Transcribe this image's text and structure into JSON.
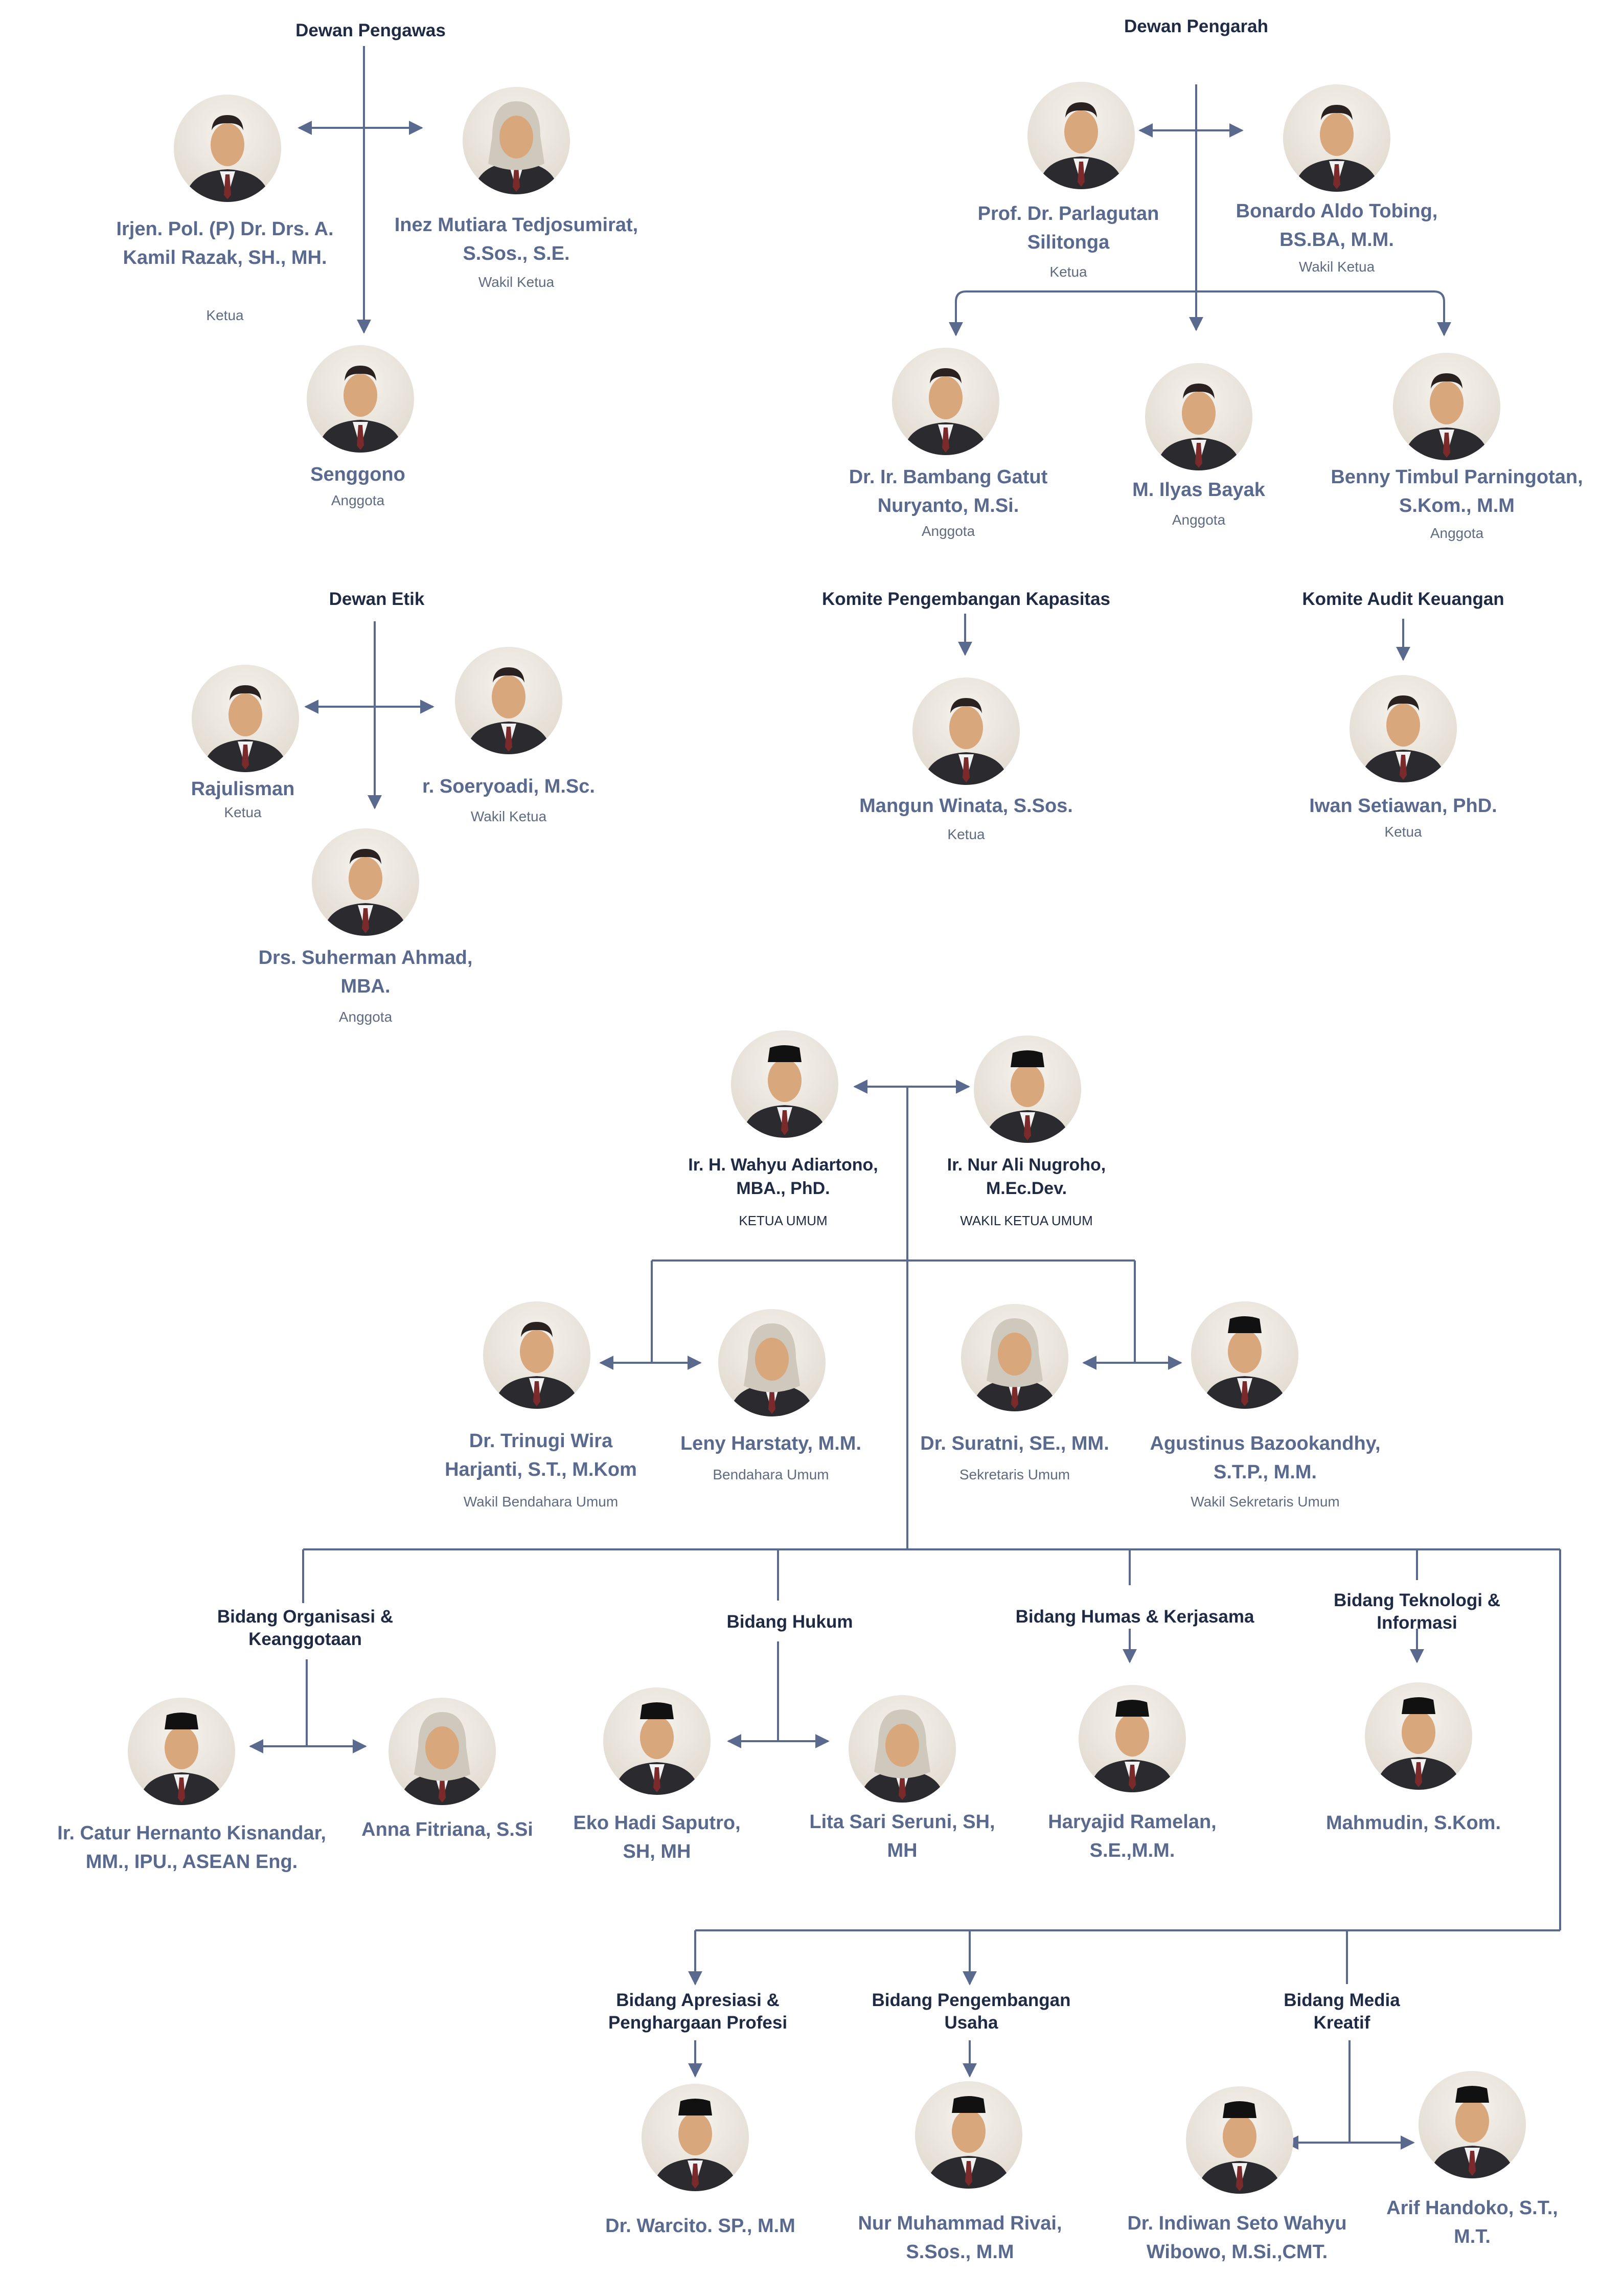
{
  "colors": {
    "line": "#5a6a8e",
    "name": "#5a6a8e",
    "heading": "#1f2a44",
    "role": "#5f6b80"
  },
  "groups": [
    {
      "heading": "Dewan Pengawas",
      "members": [
        {
          "name": "Irjen. Pol. (P) Dr. Drs. A. Kamil Razak, SH., MH.",
          "role": "Ketua",
          "icon": "person-portrait-icon"
        },
        {
          "name": "Inez Mutiara Tedjosumirat, S.Sos., S.E.",
          "role": "Wakil Ketua",
          "icon": "person-hijab-portrait-icon"
        },
        {
          "name": "Senggono",
          "role": "Anggota",
          "icon": "person-portrait-icon"
        }
      ]
    },
    {
      "heading": "Dewan Pengarah",
      "members": [
        {
          "name": "Prof. Dr. Parlagutan Silitonga",
          "role": "Ketua",
          "icon": "person-portrait-icon"
        },
        {
          "name": "Bonardo Aldo Tobing, BS.BA, M.M.",
          "role": "Wakil Ketua",
          "icon": "person-portrait-icon"
        },
        {
          "name": "Dr. Ir. Bambang Gatut Nuryanto, M.Si.",
          "role": "Anggota",
          "icon": "person-portrait-icon"
        },
        {
          "name": "M. Ilyas Bayak",
          "role": "Anggota",
          "icon": "person-portrait-icon"
        },
        {
          "name": "Benny Timbul Parningotan, S.Kom., M.M",
          "role": "Anggota",
          "icon": "person-portrait-icon"
        }
      ]
    },
    {
      "heading": "Dewan Etik",
      "members": [
        {
          "name": "Rajulisman",
          "role": "Ketua",
          "icon": "person-portrait-icon"
        },
        {
          "name": "r. Soeryoadi, M.Sc.",
          "role": "Wakil Ketua",
          "icon": "person-portrait-icon"
        },
        {
          "name": "Drs. Suherman Ahmad, MBA.",
          "role": "Anggota",
          "icon": "person-portrait-icon"
        }
      ]
    },
    {
      "heading": "Komite Pengembangan Kapasitas",
      "members": [
        {
          "name": "Mangun Winata, S.Sos.",
          "role": "Ketua",
          "icon": "person-portrait-icon"
        }
      ]
    },
    {
      "heading": "Komite Audit Keuangan",
      "members": [
        {
          "name": "Iwan Setiawan, PhD.",
          "role": "Ketua",
          "icon": "person-portrait-icon"
        }
      ]
    },
    {
      "heading": "",
      "members": [
        {
          "name": "Ir. H. Wahyu Adiartono, MBA., PhD.",
          "role": "KETUA UMUM",
          "icon": "person-peci-portrait-icon"
        },
        {
          "name": "Ir. Nur Ali Nugroho, M.Ec.Dev.",
          "role": "WAKIL KETUA UMUM",
          "icon": "person-peci-portrait-icon"
        },
        {
          "name": "Dr. Trinugi Wira Harjanti, S.T., M.Kom",
          "role": "Wakil Bendahara Umum",
          "icon": "person-portrait-icon"
        },
        {
          "name": "Leny Harstaty, M.M.",
          "role": "Bendahara Umum",
          "icon": "person-hijab-portrait-icon"
        },
        {
          "name": "Dr. Suratni, SE., MM.",
          "role": "Sekretaris Umum",
          "icon": "person-hijab-portrait-icon"
        },
        {
          "name": "Agustinus Bazookandhy, S.T.P., M.M.",
          "role": "Wakil Sekretaris Umum",
          "icon": "person-peci-portrait-icon"
        }
      ]
    },
    {
      "heading": "Bidang Organisasi & Keanggotaan",
      "members": [
        {
          "name": "Ir. Catur Hernanto Kisnandar, MM., IPU., ASEAN Eng.",
          "role": "",
          "icon": "person-peci-portrait-icon"
        },
        {
          "name": "Anna Fitriana, S.Si",
          "role": "",
          "icon": "person-hijab-portrait-icon"
        }
      ]
    },
    {
      "heading": "Bidang Hukum",
      "members": [
        {
          "name": "Eko Hadi Saputro, SH, MH",
          "role": "",
          "icon": "person-peci-portrait-icon"
        },
        {
          "name": "Lita Sari Seruni, SH, MH",
          "role": "",
          "icon": "person-hijab-portrait-icon"
        }
      ]
    },
    {
      "heading": "Bidang Humas & Kerjasama",
      "members": [
        {
          "name": "Haryajid Ramelan, S.E.,M.M.",
          "role": "",
          "icon": "person-peci-portrait-icon"
        }
      ]
    },
    {
      "heading": "Bidang Teknologi & Informasi",
      "members": [
        {
          "name": "Mahmudin, S.Kom.",
          "role": "",
          "icon": "person-peci-portrait-icon"
        }
      ]
    },
    {
      "heading": "Bidang Apresiasi & Penghargaan Profesi",
      "members": [
        {
          "name": "Dr. Warcito. SP., M.M",
          "role": "",
          "icon": "person-peci-portrait-icon"
        }
      ]
    },
    {
      "heading": "Bidang Pengembangan Usaha",
      "members": [
        {
          "name": "Nur Muhammad Rivai, S.Sos., M.M",
          "role": "",
          "icon": "person-peci-portrait-icon"
        }
      ]
    },
    {
      "heading": "Bidang Media Kreatif",
      "members": [
        {
          "name": "Dr. Indiwan Seto Wahyu Wibowo, M.Si.,CMT.",
          "role": "",
          "icon": "person-peci-portrait-icon"
        },
        {
          "name": "Arif Handoko, S.T., M.T.",
          "role": "",
          "icon": "person-peci-portrait-icon"
        }
      ]
    }
  ]
}
